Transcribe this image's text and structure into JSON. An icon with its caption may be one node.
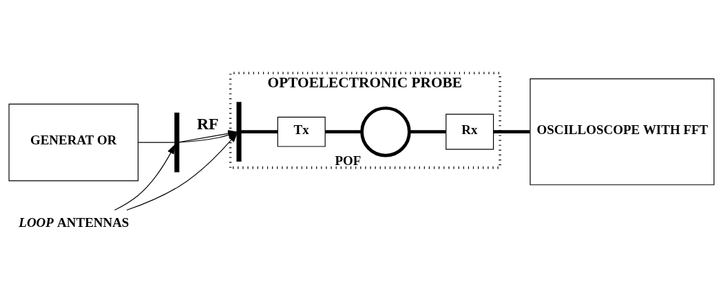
{
  "diagram": {
    "nodes": [
      {
        "text": [
          "GENERAT OR"
        ]
      },
      {
        "text": [],
        "shape": "bar"
      },
      {
        "text": [
          "OPTOELECTRONIC PROBE"
        ]
      },
      {
        "text": [],
        "shape": "bar",
        "in": 2
      },
      {
        "text": [
          "Tx"
        ],
        "in": 2
      },
      {
        "text": [],
        "shape": "circle",
        "in": 2,
        "beside": [
          "POF"
        ]
      },
      {
        "text": [
          "Rx"
        ],
        "in": 2
      },
      {
        "text": [
          "OSCILLOSCOPE WITH FFT"
        ]
      },
      {
        "text": [
          "*LOOP* ANTENNAS"
        ]
      }
    ],
    "edges": [
      {
        "from": 0,
        "to": 1,
        "arrow": "none"
      },
      {
        "from": 1,
        "to": 3,
        "arrow": "to",
        "label": "RF"
      },
      {
        "from": 1,
        "to": 3,
        "arrow": "to"
      },
      {
        "from": 3,
        "to": 4,
        "arrow": "none",
        "style": "thick"
      },
      {
        "from": 4,
        "to": 5,
        "arrow": "none",
        "style": "thick"
      },
      {
        "from": 5,
        "to": 6,
        "arrow": "none",
        "style": "thick"
      },
      {
        "from": 6,
        "to": 7,
        "arrow": "none",
        "style": "thick"
      },
      {
        "from": 8,
        "to": 1,
        "arrow": "to"
      },
      {
        "from": 8,
        "to": 3,
        "arrow": "to"
      }
    ]
  }
}
